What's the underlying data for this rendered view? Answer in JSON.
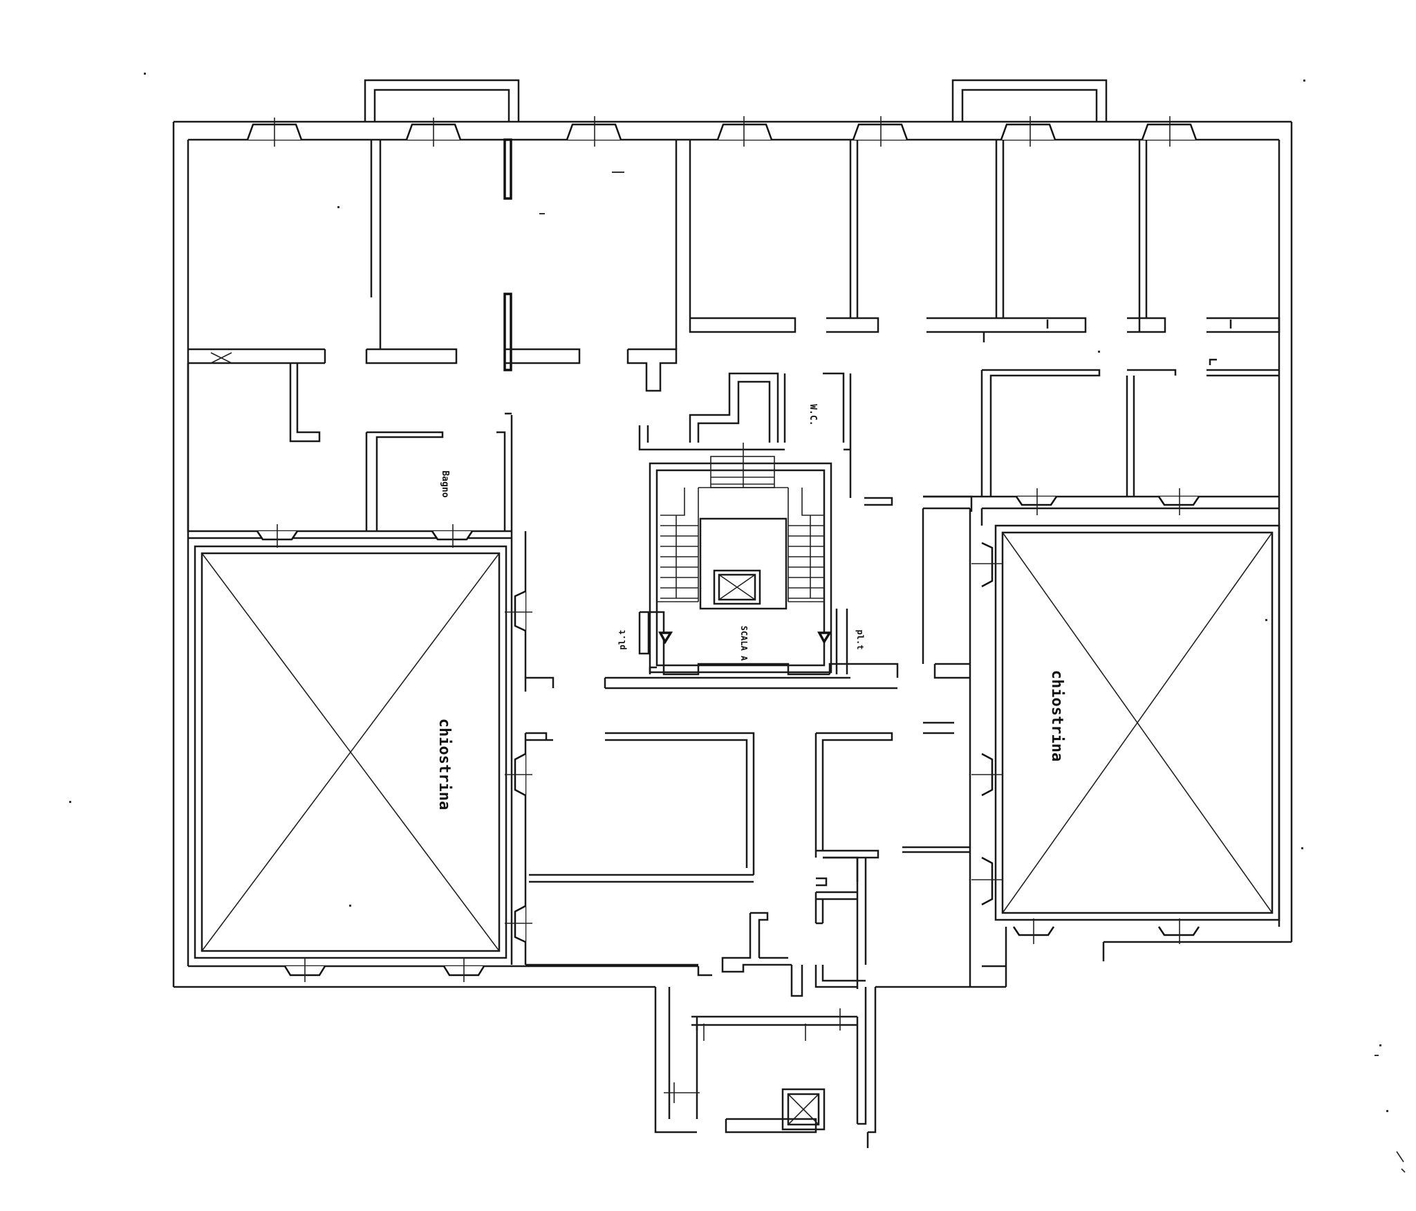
{
  "labels": {
    "courtyard_left": "chiostrina",
    "courtyard_right": "chiostrina",
    "bathroom": "Bagno",
    "wc": "W.C.",
    "stair": "SCALA A",
    "landing_left": "pl.t",
    "landing_right": "pl.t"
  },
  "colors": {
    "line": "#111111",
    "background": "#ffffff"
  }
}
